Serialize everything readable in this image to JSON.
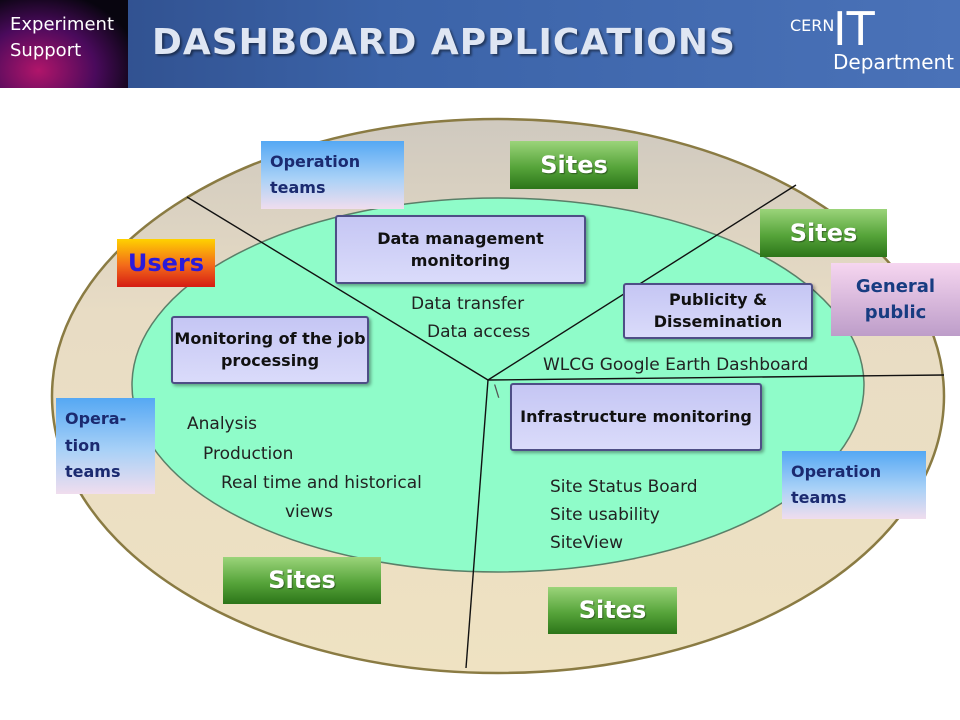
{
  "header": {
    "logo_line1": "Experiment",
    "logo_line2": "Support",
    "title": "DASHBOARD APPLICATIONS",
    "cern_label": "CERN",
    "it_label": "IT",
    "department_label": "Department"
  },
  "colors": {
    "header_blue": "#3b63a8",
    "outer_ring": "#ede0c2",
    "inner_area": "#8ffcc9",
    "box_border": "#4e4e86",
    "sites_green": "#4f9f35",
    "users_red": "#d51c14"
  },
  "applications": {
    "data_management": "Data management monitoring",
    "publicity": "Publicity & Dissemination",
    "job_processing": "Monitoring of the job processing",
    "infrastructure": "Infrastructure monitoring"
  },
  "details": {
    "data_transfer": "Data transfer",
    "data_access": "Data access",
    "wlcg": "WLCG Google Earth Dashboard",
    "analysis": "Analysis",
    "production": "Production",
    "real_time": "Real time and historical",
    "views": "views",
    "site_status": "Site Status Board",
    "site_usability": "Site usability",
    "siteview": "SiteView",
    "stray_mark": "\\"
  },
  "audiences": {
    "sites": "Sites",
    "users": "Users",
    "general_public": "General public",
    "operation_teams": "Operation teams",
    "opera_tion_teams": "Opera- tion teams"
  }
}
